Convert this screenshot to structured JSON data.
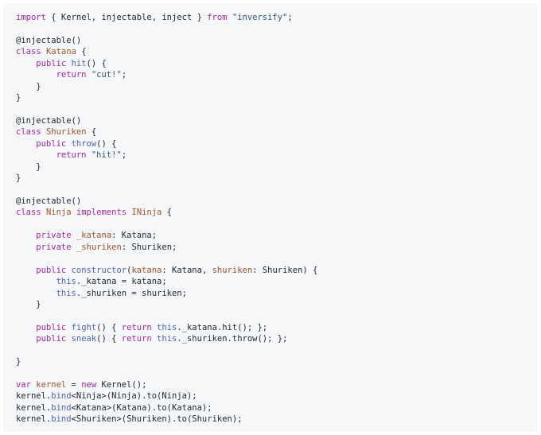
{
  "colors": {
    "background": "#ffffff",
    "panel": "#f6f7f8",
    "text": "#24292e",
    "keyword": "#a626a4",
    "string": "#32557b",
    "function": "#4f5fbf",
    "property": "#a0522d"
  },
  "code_lines": [
    [
      {
        "t": "import",
        "c": "keyword"
      },
      {
        "t": " { Kernel, injectable, inject } ",
        "c": "text"
      },
      {
        "t": "from",
        "c": "keyword"
      },
      {
        "t": " ",
        "c": "text"
      },
      {
        "t": "\"inversify\"",
        "c": "string"
      },
      {
        "t": ";",
        "c": "text"
      }
    ],
    [],
    [
      {
        "t": "@injectable()",
        "c": "text"
      }
    ],
    [
      {
        "t": "class",
        "c": "keyword"
      },
      {
        "t": " ",
        "c": "text"
      },
      {
        "t": "Katana",
        "c": "prop"
      },
      {
        "t": " {",
        "c": "text"
      }
    ],
    [
      {
        "t": "    ",
        "c": "text"
      },
      {
        "t": "public",
        "c": "keyword"
      },
      {
        "t": " ",
        "c": "text"
      },
      {
        "t": "hit",
        "c": "func"
      },
      {
        "t": "() {",
        "c": "text"
      }
    ],
    [
      {
        "t": "        ",
        "c": "text"
      },
      {
        "t": "return",
        "c": "keyword"
      },
      {
        "t": " ",
        "c": "text"
      },
      {
        "t": "\"cut!\"",
        "c": "string"
      },
      {
        "t": ";",
        "c": "text"
      }
    ],
    [
      {
        "t": "    }",
        "c": "text"
      }
    ],
    [
      {
        "t": "}",
        "c": "text"
      }
    ],
    [],
    [
      {
        "t": "@injectable()",
        "c": "text"
      }
    ],
    [
      {
        "t": "class",
        "c": "keyword"
      },
      {
        "t": " ",
        "c": "text"
      },
      {
        "t": "Shuriken",
        "c": "prop"
      },
      {
        "t": " {",
        "c": "text"
      }
    ],
    [
      {
        "t": "    ",
        "c": "text"
      },
      {
        "t": "public",
        "c": "keyword"
      },
      {
        "t": " ",
        "c": "text"
      },
      {
        "t": "throw",
        "c": "func"
      },
      {
        "t": "() {",
        "c": "text"
      }
    ],
    [
      {
        "t": "        ",
        "c": "text"
      },
      {
        "t": "return",
        "c": "keyword"
      },
      {
        "t": " ",
        "c": "text"
      },
      {
        "t": "\"hit!\"",
        "c": "string"
      },
      {
        "t": ";",
        "c": "text"
      }
    ],
    [
      {
        "t": "    }",
        "c": "text"
      }
    ],
    [
      {
        "t": "}",
        "c": "text"
      }
    ],
    [],
    [
      {
        "t": "@injectable()",
        "c": "text"
      }
    ],
    [
      {
        "t": "class",
        "c": "keyword"
      },
      {
        "t": " ",
        "c": "text"
      },
      {
        "t": "Ninja",
        "c": "prop"
      },
      {
        "t": " ",
        "c": "text"
      },
      {
        "t": "implements",
        "c": "keyword"
      },
      {
        "t": " ",
        "c": "text"
      },
      {
        "t": "INinja",
        "c": "prop"
      },
      {
        "t": " {",
        "c": "text"
      }
    ],
    [],
    [
      {
        "t": "    ",
        "c": "text"
      },
      {
        "t": "private",
        "c": "keyword"
      },
      {
        "t": " ",
        "c": "text"
      },
      {
        "t": "_katana",
        "c": "prop"
      },
      {
        "t": ": Katana;",
        "c": "text"
      }
    ],
    [
      {
        "t": "    ",
        "c": "text"
      },
      {
        "t": "private",
        "c": "keyword"
      },
      {
        "t": " ",
        "c": "text"
      },
      {
        "t": "_shuriken",
        "c": "prop"
      },
      {
        "t": ": Shuriken;",
        "c": "text"
      }
    ],
    [],
    [
      {
        "t": "    ",
        "c": "text"
      },
      {
        "t": "public",
        "c": "keyword"
      },
      {
        "t": " ",
        "c": "text"
      },
      {
        "t": "constructor",
        "c": "func"
      },
      {
        "t": "(",
        "c": "text"
      },
      {
        "t": "katana",
        "c": "prop"
      },
      {
        "t": ": Katana, ",
        "c": "text"
      },
      {
        "t": "shuriken",
        "c": "prop"
      },
      {
        "t": ": Shuriken) {",
        "c": "text"
      }
    ],
    [
      {
        "t": "        ",
        "c": "text"
      },
      {
        "t": "this",
        "c": "this"
      },
      {
        "t": "._katana = katana;",
        "c": "text"
      }
    ],
    [
      {
        "t": "        ",
        "c": "text"
      },
      {
        "t": "this",
        "c": "this"
      },
      {
        "t": "._shuriken = shuriken;",
        "c": "text"
      }
    ],
    [
      {
        "t": "    }",
        "c": "text"
      }
    ],
    [],
    [
      {
        "t": "    ",
        "c": "text"
      },
      {
        "t": "public",
        "c": "keyword"
      },
      {
        "t": " ",
        "c": "text"
      },
      {
        "t": "fight",
        "c": "func"
      },
      {
        "t": "() { ",
        "c": "text"
      },
      {
        "t": "return",
        "c": "keyword"
      },
      {
        "t": " ",
        "c": "text"
      },
      {
        "t": "this",
        "c": "this"
      },
      {
        "t": "._katana.hit(); };",
        "c": "text"
      }
    ],
    [
      {
        "t": "    ",
        "c": "text"
      },
      {
        "t": "public",
        "c": "keyword"
      },
      {
        "t": " ",
        "c": "text"
      },
      {
        "t": "sneak",
        "c": "func"
      },
      {
        "t": "() { ",
        "c": "text"
      },
      {
        "t": "return",
        "c": "keyword"
      },
      {
        "t": " ",
        "c": "text"
      },
      {
        "t": "this",
        "c": "this"
      },
      {
        "t": "._shuriken.throw(); };",
        "c": "text"
      }
    ],
    [],
    [
      {
        "t": "}",
        "c": "text"
      }
    ],
    [],
    [
      {
        "t": "var",
        "c": "keyword"
      },
      {
        "t": " ",
        "c": "text"
      },
      {
        "t": "kernel",
        "c": "prop"
      },
      {
        "t": " = ",
        "c": "text"
      },
      {
        "t": "new",
        "c": "keyword"
      },
      {
        "t": " Kernel();",
        "c": "text"
      }
    ],
    [
      {
        "t": "kernel.",
        "c": "text"
      },
      {
        "t": "bind",
        "c": "func"
      },
      {
        "t": "<Ninja>(Ninja).to(Ninja);",
        "c": "text"
      }
    ],
    [
      {
        "t": "kernel.",
        "c": "text"
      },
      {
        "t": "bind",
        "c": "func"
      },
      {
        "t": "<Katana>(Katana).to(Katana);",
        "c": "text"
      }
    ],
    [
      {
        "t": "kernel.",
        "c": "text"
      },
      {
        "t": "bind",
        "c": "func"
      },
      {
        "t": "<Shuriken>(Shuriken).to(Shuriken);",
        "c": "text"
      }
    ]
  ]
}
